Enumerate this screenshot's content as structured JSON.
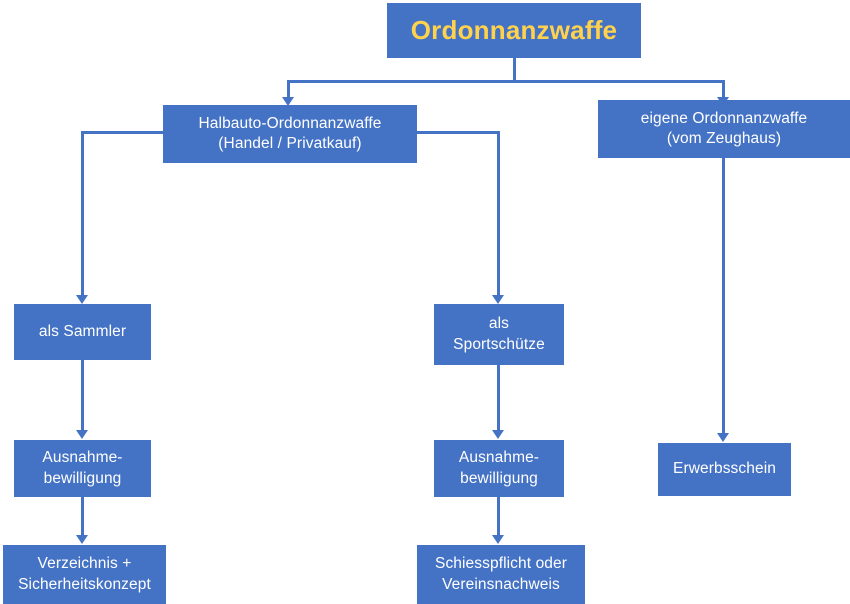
{
  "diagram": {
    "title": "Ordonnanzwaffe",
    "accent_color": "#4472C4",
    "title_text_color": "#FFD24D",
    "node_text_color": "#FFFFFF",
    "background_color": "#FFFFFF",
    "nodes": {
      "root": "Ordonnanzwaffe",
      "halbauto": "Halbauto-Ordonnanzwaffe\n(Handel / Privatkauf)",
      "eigene": "eigene Ordonnanzwaffe\n(vom Zeughaus)",
      "sammler": "als Sammler",
      "sportschuetze": "als\nSportschütze",
      "ausnahme_links": "Ausnahme-\nbewilligung",
      "ausnahme_mitte": "Ausnahme-\nbewilligung",
      "verzeichnis": "Verzeichnis +\nSicherheitskonzept",
      "schiesspflicht": "Schiesspflicht oder\nVereinsnachweis",
      "erwerbsschein": "Erwerbsschein"
    }
  }
}
